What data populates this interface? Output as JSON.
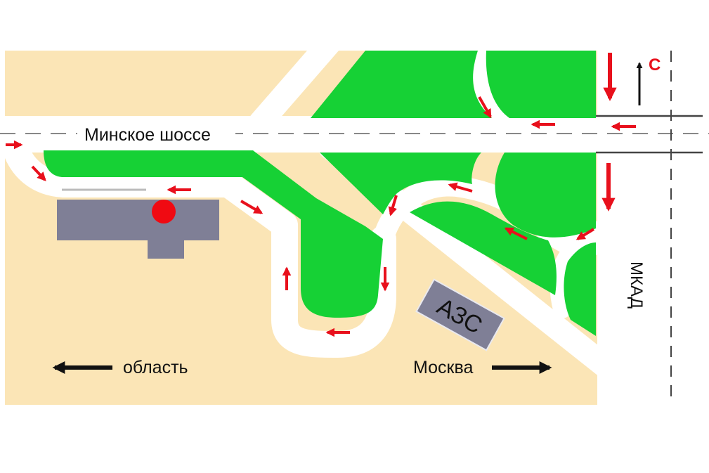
{
  "labels": {
    "highway": "Минское шоссе",
    "region": "область",
    "city": "Москва",
    "gas_station": "АЗС",
    "ring_road": "МКАД",
    "north": "С"
  },
  "colors": {
    "land": "#fbe5b6",
    "greenery": "#16d135",
    "road": "#ffffff",
    "building": "#7f7f96",
    "marker": "#f00a12",
    "route_arrow": "#e8101c",
    "text": "#111111"
  },
  "icons": [
    "location-marker-icon",
    "north-arrow-icon",
    "direction-arrow-left-icon",
    "direction-arrow-right-icon",
    "route-arrow-icon"
  ]
}
